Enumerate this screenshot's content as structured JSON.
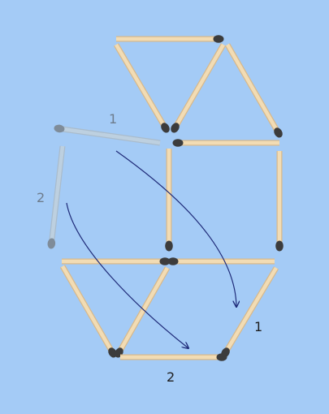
{
  "colors": {
    "background": "#a4cbf6",
    "stick_light": "#f2dcb4",
    "stick_dark": "#d7b98c",
    "match_head": "#3c3c3c",
    "ghost_stick": "#bdd0e0",
    "ghost_head": "#7f8c99",
    "arrow": "#1e2a78",
    "ghost_label": "#6e7c8c",
    "target_label": "#1e1e1e"
  },
  "puzzle": {
    "ghost_labels": {
      "first": "1",
      "second": "2"
    },
    "target_labels": {
      "first": "1",
      "second": "2"
    }
  },
  "icons": {
    "matchstick": "matchstick-icon",
    "removed_matchstick": "ghost-matchstick-icon",
    "move_arrow": "curved-arrow-icon"
  }
}
